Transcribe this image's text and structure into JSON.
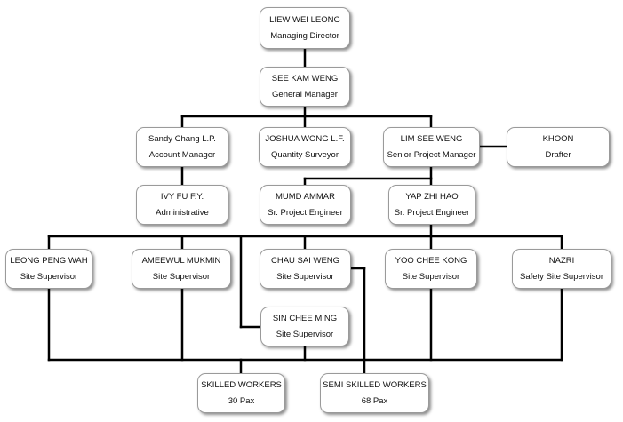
{
  "colors": {
    "line": "#000000",
    "box_border": "#9a9a9a",
    "box_fill": "#ffffff",
    "text": "#111111"
  },
  "nodes": {
    "md": {
      "name": "LIEW WEI LEONG",
      "role": "Managing Director"
    },
    "gm": {
      "name": "SEE KAM WENG",
      "role": "General Manager"
    },
    "acct": {
      "name": "Sandy Chang L.P.",
      "role": "Account Manager"
    },
    "qs": {
      "name": "JOSHUA WONG L.F.",
      "role": "Quantity Surveyor"
    },
    "spm": {
      "name": "LIM SEE WENG",
      "role": "Senior Project Manager"
    },
    "drafter": {
      "name": "KHOON",
      "role": "Drafter"
    },
    "admin": {
      "name": "IVY FU F.Y.",
      "role": "Administrative"
    },
    "spe1": {
      "name": "MUMD AMMAR",
      "role": "Sr. Project Engineer"
    },
    "spe2": {
      "name": "YAP ZHI HAO",
      "role": "Sr. Project Engineer"
    },
    "ss1": {
      "name": "LEONG PENG WAH",
      "role": "Site Supervisor"
    },
    "ss2": {
      "name": "AMEEWUL MUKMIN",
      "role": "Site Supervisor"
    },
    "ss3": {
      "name": "CHAU SAI WENG",
      "role": "Site Supervisor"
    },
    "ss4": {
      "name": "YOO CHEE KONG",
      "role": "Site Supervisor"
    },
    "ss5": {
      "name": "NAZRI",
      "role": "Safety Site Supervisor"
    },
    "ss6": {
      "name": "SIN CHEE MING",
      "role": "Site Supervisor"
    },
    "skilled": {
      "name": "SKILLED WORKERS",
      "role": "30 Pax"
    },
    "semi": {
      "name": "SEMI SKILLED WORKERS",
      "role": "68 Pax"
    }
  }
}
